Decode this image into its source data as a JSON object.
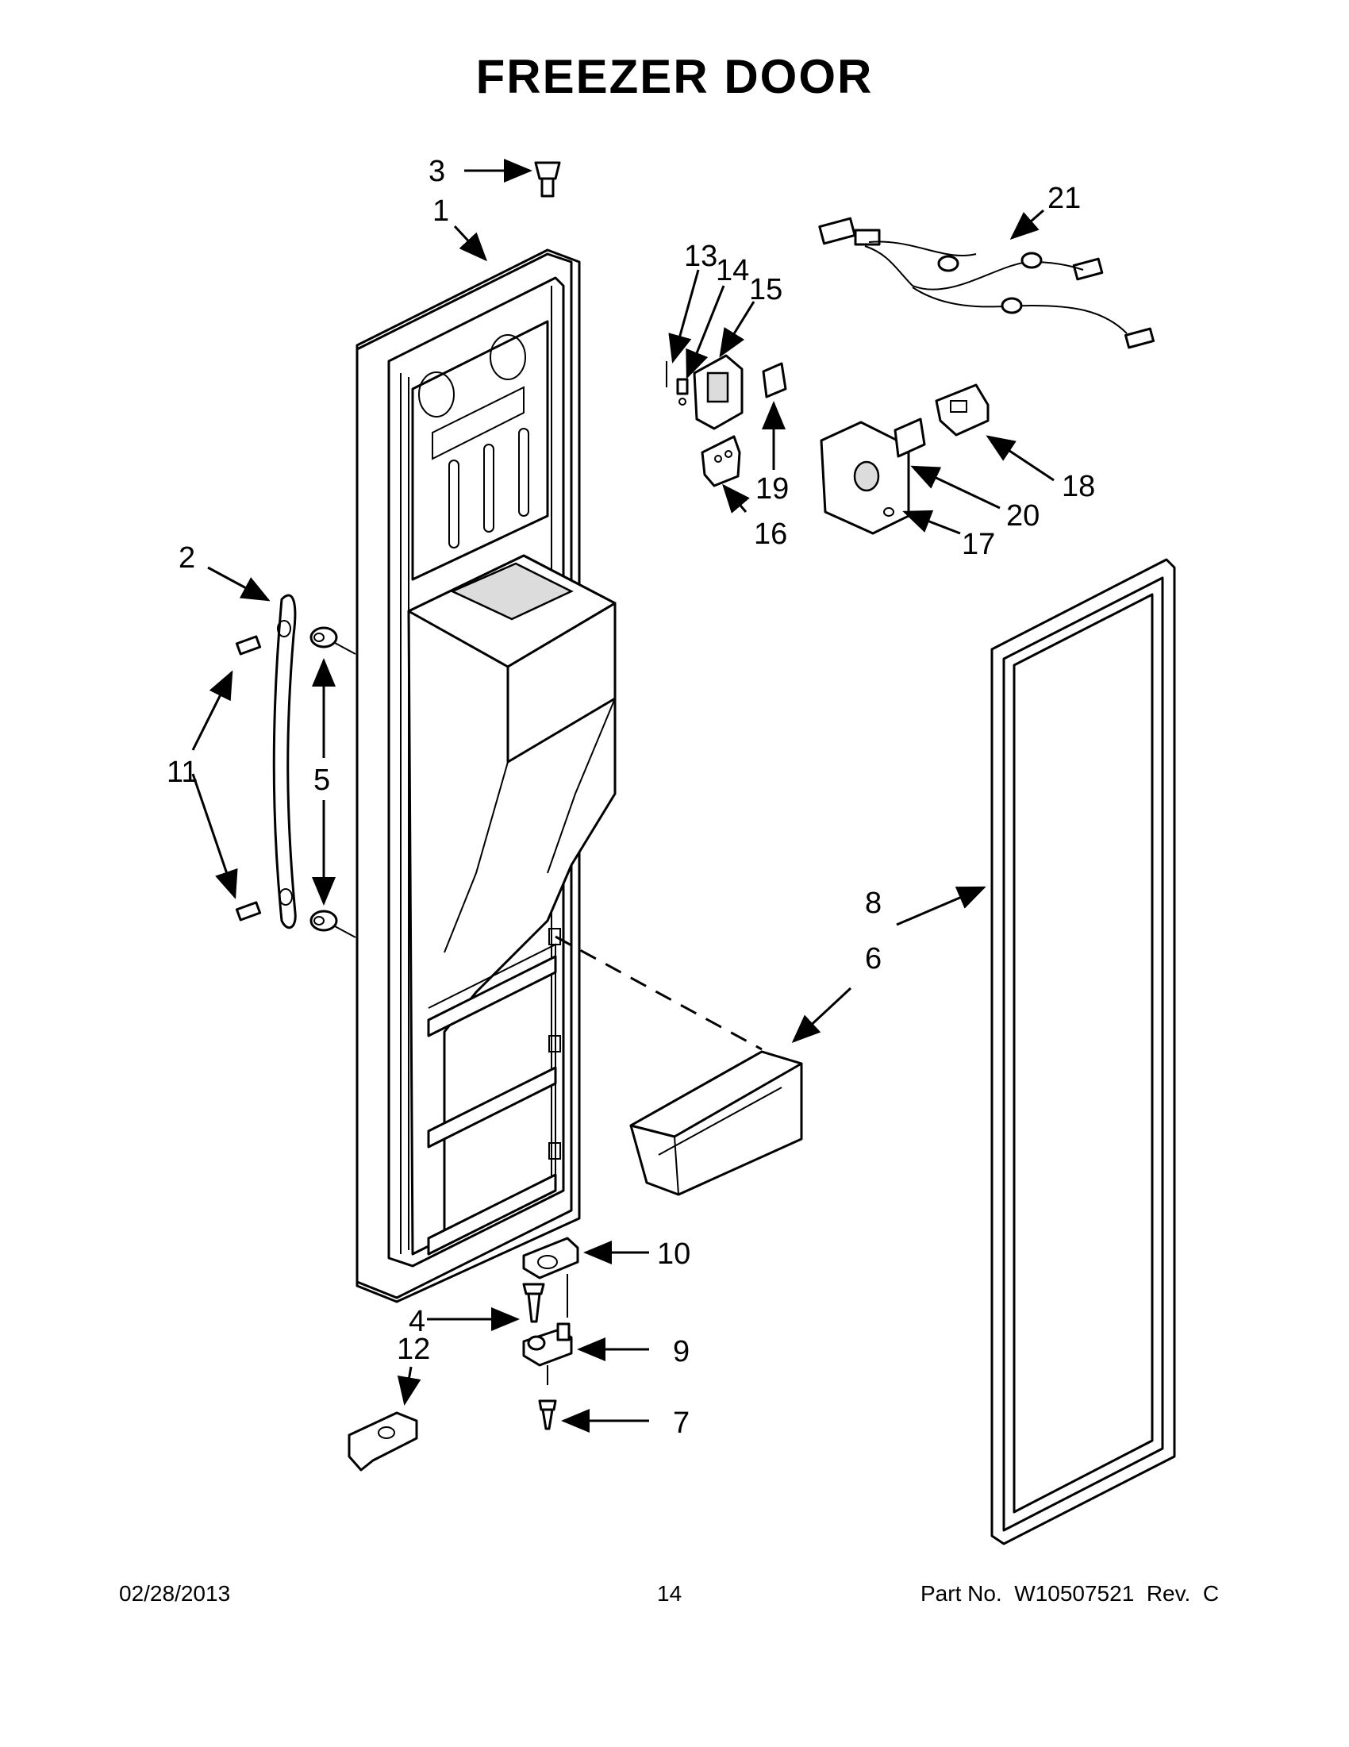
{
  "title": "FREEZER DOOR",
  "callouts": {
    "c1": "1",
    "c2": "2",
    "c3": "3",
    "c4": "4",
    "c5": "5",
    "c6": "6",
    "c7": "7",
    "c8": "8",
    "c9": "9",
    "c10": "10",
    "c11": "11",
    "c12": "12",
    "c13": "13",
    "c14": "14",
    "c15": "15",
    "c16": "16",
    "c17": "17",
    "c18": "18",
    "c19": "19",
    "c20": "20",
    "c21": "21"
  },
  "footer": {
    "date": "02/28/2013",
    "page": "14",
    "part_number": "Part No.  W10507521  Rev.  C"
  }
}
